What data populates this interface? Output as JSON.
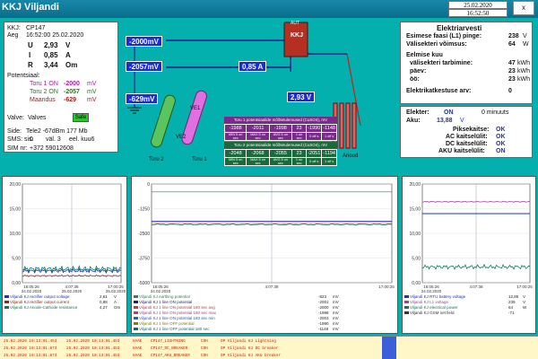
{
  "app": {
    "title": "KKJ Viljandi",
    "date": "25.02.2020",
    "time": "16:52:50",
    "close": "x"
  },
  "left": {
    "kkj_label": "KKJ:",
    "kkj_value": "CP147",
    "aeg_label": "Aeg",
    "aeg_value": "16:52:00 25.02.2020",
    "u_label": "U",
    "u_value": "2,93",
    "u_unit": "V",
    "i_label": "I",
    "i_value": "0,85",
    "i_unit": "A",
    "r_label": "R",
    "r_value": "3,44",
    "r_unit": "Om",
    "pot_label": "Potentsiaal:",
    "t1_label": "Toru 1 ON",
    "t1_value": "-2000",
    "t1_unit": "mV",
    "t2_label": "Toru 2 ON",
    "t2_value": "-2057",
    "t2_unit": "mV",
    "m_label": "Maandus",
    "m_value": "-629",
    "m_unit": "mV",
    "valve_label": "Valve:",
    "valve_value": "Valves",
    "safe": "Safe",
    "side_label": "Side:",
    "side_value": "Tele2 -67dBm 177 Mb",
    "sms_label": "SMS: sis.",
    "sms_value": "0",
    "sms_val2": "väl. 3",
    "sms_val3": "eel. kuu6",
    "sim_label": "SIM nr:",
    "sim_value": "+372 59012608"
  },
  "scheme": {
    "v1": "-2000mV",
    "v2": "-2057mV",
    "v3": "-629mV",
    "a1": "0,85 A",
    "v4": "2,93 V",
    "kkj": "KKJ",
    "aut": "AUT",
    "ve1": "VE1",
    "ve2": "VE2",
    "toru2": "Toru 2",
    "toru1": "Toru 1",
    "anood": "Anood",
    "tbl1_title": "Toru 1 potentsiaalide mõõtetulemused (CuSO4), mV",
    "tbl2_title": "Toru 2 potentsiaalide mõõtetulemused (CuSO4), mV",
    "tbl1": [
      "-1988",
      "-2011",
      "-1998",
      "23",
      "-1990",
      "-1148"
    ],
    "tbl2": [
      "-2048",
      "-2068",
      "-2055",
      "23",
      "-2051",
      "-1194"
    ],
    "tbl_hdr": [
      "MIN 5 on sec",
      "MAX 5 on sec",
      "AVG 5 on sec",
      "1 on sec",
      "0 off s",
      "1 off s"
    ]
  },
  "elec": {
    "title": "Elektriarvesti",
    "f1_label": "Esimese faasi (L1) pinge:",
    "f1_value": "238",
    "f1_unit": "V",
    "p_label": "Välisekteri võimsus:",
    "p_value": "64",
    "p_unit": "W",
    "month_label": "Eelmise kuu",
    "cons_label": "välisekteri tarbimine:",
    "cons_value": "47",
    "cons_unit": "kWh",
    "day_label": "päev:",
    "day_value": "23",
    "day_unit": "kWh",
    "night_label": "öö:",
    "night_value": "23",
    "night_unit": "kWh",
    "stop_label": "Elektrikatkestuse arv:",
    "stop_value": "0",
    "elekter_label": "Elekter:",
    "elekter_value": "ON",
    "elekter_min": "0 minuuts",
    "aku_label": "Aku:",
    "aku_value": "13,88",
    "aku_unit": "V",
    "pk_label": "Piksekaitse:",
    "pk_value": "OK",
    "ac_label": "AC kaitselülit:",
    "ac_value": "OK",
    "dc_label": "DC kaitselülit:",
    "dc_value": "OK",
    "akus_label": "AKU kaitselülit:",
    "akus_value": "ON"
  },
  "charts": {
    "c1": {
      "y_ticks": [
        "20,00",
        "15,00",
        "10,00",
        "5,00",
        "0,00"
      ],
      "x_ticks": [
        "16:05:26\n24.02.2020",
        "4:07:38\n25.02.2020",
        "17:00:25\n25.02.2020"
      ]
    },
    "c2": {
      "y_ticks": [
        "0",
        "-1250",
        "-2500",
        "-3750",
        "-5000"
      ],
      "x_ticks": [
        "16:05:26\n24.02.2020",
        "4:07:38",
        "17:00:25"
      ]
    },
    "c3": {
      "y_ticks": [
        "20,00",
        "15,00",
        "10,00",
        "5,00",
        "0,00"
      ],
      "x_ticks": [
        "16:05:26\n24.02.2020",
        "4:07:38",
        "17:00:25"
      ]
    },
    "legend1": [
      {
        "name": "Viljandi KJ rectifier output voltage",
        "v": "2,61",
        "u": "V",
        "color": "#1a33c8"
      },
      {
        "name": "Viljandi KJ rectifier output current",
        "v": "0,88",
        "u": "A",
        "color": "#a02010"
      },
      {
        "name": "Viljandi KJ Anode-Cathode resistance",
        "v": "4,27",
        "u": "Om",
        "color": "#0a7a5a"
      }
    ],
    "legend2": [
      {
        "name": "Viljandi KJ earthing potential",
        "v": "-823",
        "u": "mV",
        "color": "#2a8a4a"
      },
      {
        "name": "Viljandi KJ 1 line ON potential",
        "v": "-2001",
        "u": "mV",
        "color": "#1a1a8a"
      },
      {
        "name": "Viljandi KJ 1 line ON potential 180 sec avg",
        "v": "-2000",
        "u": "mV",
        "color": "#c04040"
      },
      {
        "name": "Viljandi KJ 1 line ON potential 180 sec max",
        "v": "-1998",
        "u": "mV",
        "color": "#a040a0"
      },
      {
        "name": "Viljandi KJ 1 line ON potential 180 sec min",
        "v": "-2003",
        "u": "mV",
        "color": "#2060c0"
      },
      {
        "name": "Viljandi KJ 1 line OFF potential",
        "v": "-1990",
        "u": "mV",
        "color": "#808000"
      },
      {
        "name": "Viljandi KJ 1 line OFF potential 180 sec",
        "v": "-1148",
        "u": "mV",
        "color": "#007080"
      }
    ],
    "legend3": [
      {
        "name": "Viljandi KJ RTU battery voltage",
        "v": "12,85",
        "u": "V",
        "color": "#1a33c8"
      },
      {
        "name": "Viljandi KJ L1 voltage",
        "v": "239",
        "u": "V",
        "color": "#a040a0"
      },
      {
        "name": "Viljandi KJ electrical power",
        "v": "64",
        "u": "W",
        "color": "#0a7a5a"
      },
      {
        "name": "Viljandi KJ GSM net field",
        "v": "-71",
        "u": "",
        "color": "#333"
      }
    ]
  },
  "events": [
    {
      "t1": "25.02.2020   10:13:01.453",
      "t2": "25.02.2020   10:13:01.453",
      "a": "HAAE",
      "b": "CP147_LIGHTNING",
      "c": "COH",
      "d": "OP Viljandi KJ Lightning"
    },
    {
      "t1": "25.02.2020   10:13:01.873",
      "t2": "25.02.2020   10:13:01.453",
      "a": "HAAE",
      "b": "CP147_DC_BREAKER",
      "c": "COH",
      "d": "OP Viljandi KJ DC breaker"
    },
    {
      "t1": "25.02.2020   10:13:01.873",
      "t2": "25.02.2020   10:13:01.453",
      "a": "HAAE",
      "b": "CP147_AKU_BREAKER",
      "c": "COH",
      "d": "OP Viljandi KJ AKU breaker"
    }
  ]
}
